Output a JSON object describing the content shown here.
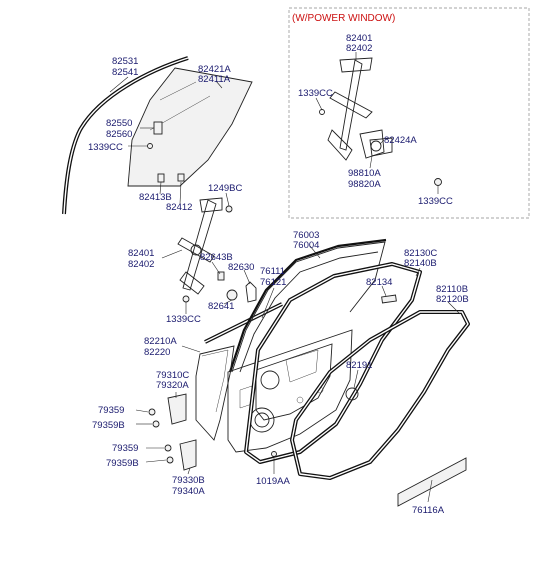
{
  "header": {
    "power_window": "(W/POWER WINDOW)"
  },
  "labels": {
    "l82531": "82531",
    "l82541": "82541",
    "l82421A": "82421A",
    "l82411A": "82411A",
    "l82550": "82550",
    "l82560": "82560",
    "l1339CC_a": "1339CC",
    "l82413B": "82413B",
    "l82412": "82412",
    "l1249BC": "1249BC",
    "l82401_a": "82401",
    "l82402_a": "82402",
    "l82643B": "82643B",
    "l82630": "82630",
    "l82641": "82641",
    "l1339CC_b": "1339CC",
    "l76003": "76003",
    "l76004": "76004",
    "l76111": "76111",
    "l76121": "76121",
    "l82134": "82134",
    "l82130C": "82130C",
    "l82140B": "82140B",
    "l82110B": "82110B",
    "l82120B": "82120B",
    "l82210A": "82210A",
    "l82220": "82220",
    "l82191": "82191",
    "l79310C": "79310C",
    "l79320A": "79320A",
    "l79359_a": "79359",
    "l79359B_a": "79359B",
    "l79359_b": "79359",
    "l79359B_b": "79359B",
    "l79330B": "79330B",
    "l79340A": "79340A",
    "l1019AA": "1019AA",
    "l76116A": "76116A",
    "l82401_b": "82401",
    "l82402_b": "82402",
    "l1339CC_c": "1339CC",
    "l82424A": "82424A",
    "l98810A": "98810A",
    "l98820A": "98820A",
    "l1339CC_d": "1339CC"
  }
}
